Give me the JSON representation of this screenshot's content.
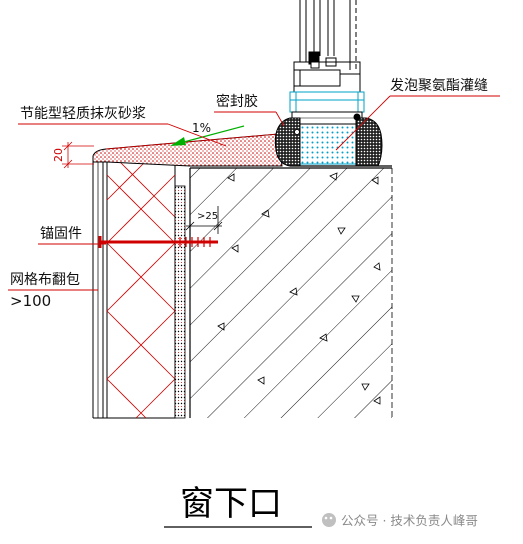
{
  "labels": {
    "mortar": "节能型轻质抹灰砂浆",
    "sealant": "密封胶",
    "foam": "发泡聚氨酯灌缝",
    "slope": "1%",
    "dim_thickness": "20",
    "dim_anchor": ">25",
    "anchor": "锚固件",
    "mesh": "网格布翻包",
    "mesh_overlap": ">100"
  },
  "title": "窗下口",
  "watermark": "公众号 · 技术负责人峰哥",
  "colors": {
    "line": "#000000",
    "red": "#e00000",
    "green": "#00b000",
    "cyan": "#00a0c8",
    "blue": "#0000ff",
    "gray_fill": "#888888"
  }
}
